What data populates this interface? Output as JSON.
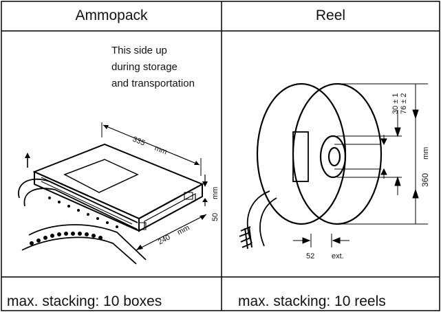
{
  "ammopack": {
    "title": "Ammopack",
    "note": [
      "This side up",
      "during storage",
      "and transportation"
    ],
    "dims": {
      "length": "335",
      "width": "240",
      "height": "50",
      "unit": "mm"
    },
    "footer": "max. stacking: 10 boxes"
  },
  "reel": {
    "title": "Reel",
    "dims": {
      "hub": "30 ± 1",
      "core": "76 ± 2",
      "diameter": "360",
      "unit": "mm",
      "width": "52",
      "width_note": "ext."
    },
    "footer": "max. stacking: 10 reels"
  }
}
